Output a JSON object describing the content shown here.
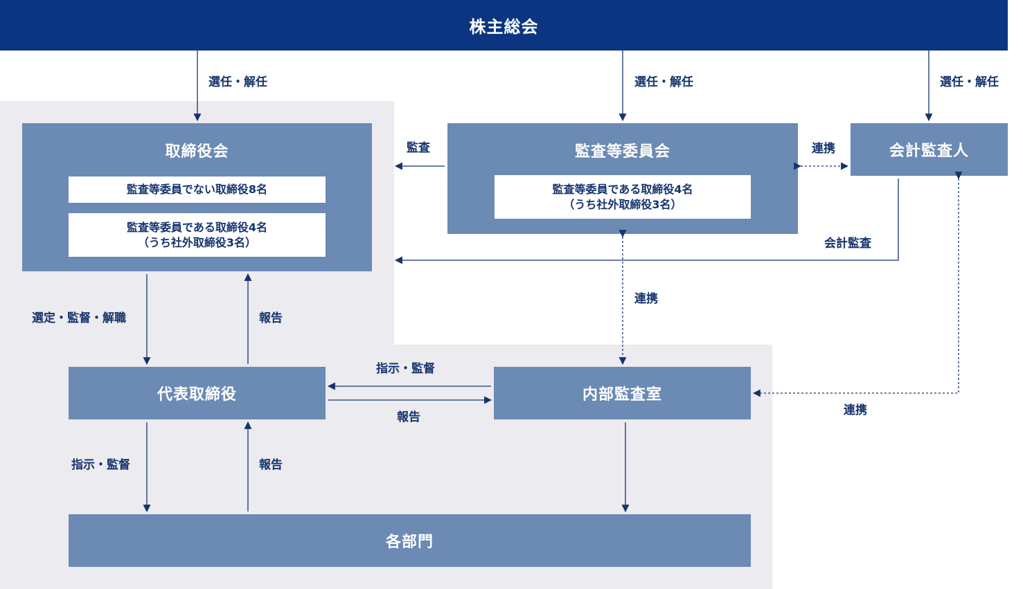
{
  "shareholders": {
    "title": "株主総会"
  },
  "board": {
    "title": "取締役会",
    "members": [
      {
        "line1": "監査等委員でない取締役8名"
      },
      {
        "line1": "監査等委員である取締役4名",
        "line2": "（うち社外取締役3名）"
      }
    ]
  },
  "audit_committee": {
    "title": "監査等委員会",
    "members": [
      {
        "line1": "監査等委員である取締役4名",
        "line2": "（うち社外取締役3名）"
      }
    ]
  },
  "accounting_auditor": {
    "title": "会計監査人"
  },
  "representative": {
    "title": "代表取締役"
  },
  "internal_audit": {
    "title": "内部監査室"
  },
  "departments": {
    "title": "各部門"
  },
  "labels": {
    "elect_board": "選任・解任",
    "elect_audit": "選任・解任",
    "elect_auditor": "選任・解任",
    "audit": "監査",
    "cooperation_top": "連携",
    "accounting_audit": "会計監査",
    "select_supervise": "選定・監督・解職",
    "report_board": "報告",
    "cooperation_mid": "連携",
    "instruct_supervise_internal": "指示・監督",
    "report_internal": "報告",
    "cooperation_right": "連携",
    "instruct_supervise_dept": "指示・監督",
    "report_dept": "報告"
  }
}
